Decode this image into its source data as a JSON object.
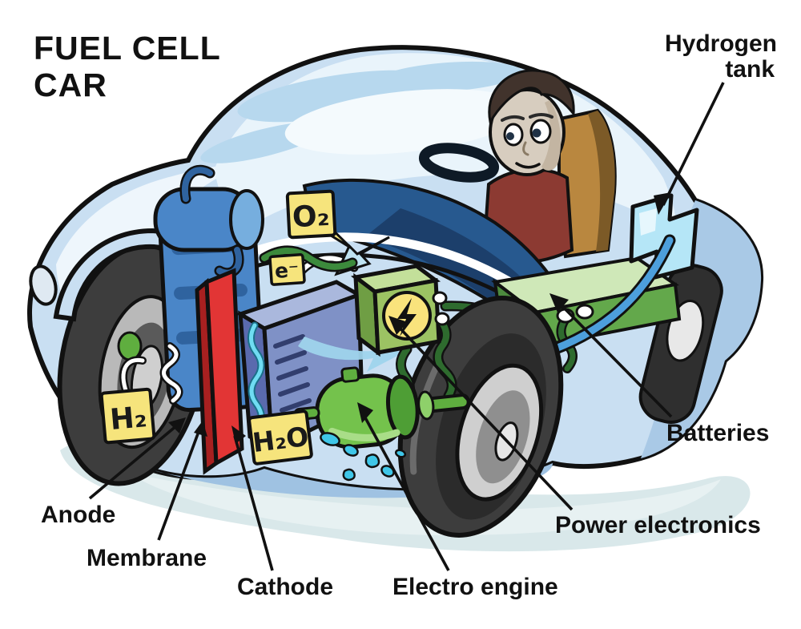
{
  "title": {
    "line1": "FUEL CELL",
    "line2": "CAR"
  },
  "callouts": {
    "hydrogen_tank": {
      "line1": "Hydrogen",
      "line2": "tank"
    },
    "batteries": "Batteries",
    "power_electronics": "Power electronics",
    "electro_engine": "Electro engine",
    "cathode": "Cathode",
    "membrane": "Membrane",
    "anode": "Anode"
  },
  "tags": {
    "oxygen": "O₂",
    "electron": "e⁻",
    "hydrogen": "H₂",
    "water": "H₂O"
  },
  "colors": {
    "body_blue": "#c9dff2",
    "body_shade_blue": "#a9c9e6",
    "glass_blue": "#e9f4fb",
    "glass_streak": "#b7d8ee",
    "dashboard_navy": "#27598f",
    "tire_gray": "#3d3d3d",
    "rim_gray": "#c4c4c4",
    "radiator_blue": "#4a86c8",
    "membrane_red": "#e23535",
    "cathode_slate": "#7f91c6",
    "power_box_green": "#9cc363",
    "engine_green": "#74c24c",
    "battery_green": "#63a84b",
    "battery_top_green": "#cfe8b8",
    "tank_cyan": "#b5e6f7",
    "tag_yellow": "#f6e47c",
    "water_cyan": "#49c8e8",
    "pipe_blue": "#4d9fdc",
    "cable_green": "#2e6b2e",
    "label_black": "#111111",
    "ground_shadow": "#d9e8ea"
  }
}
